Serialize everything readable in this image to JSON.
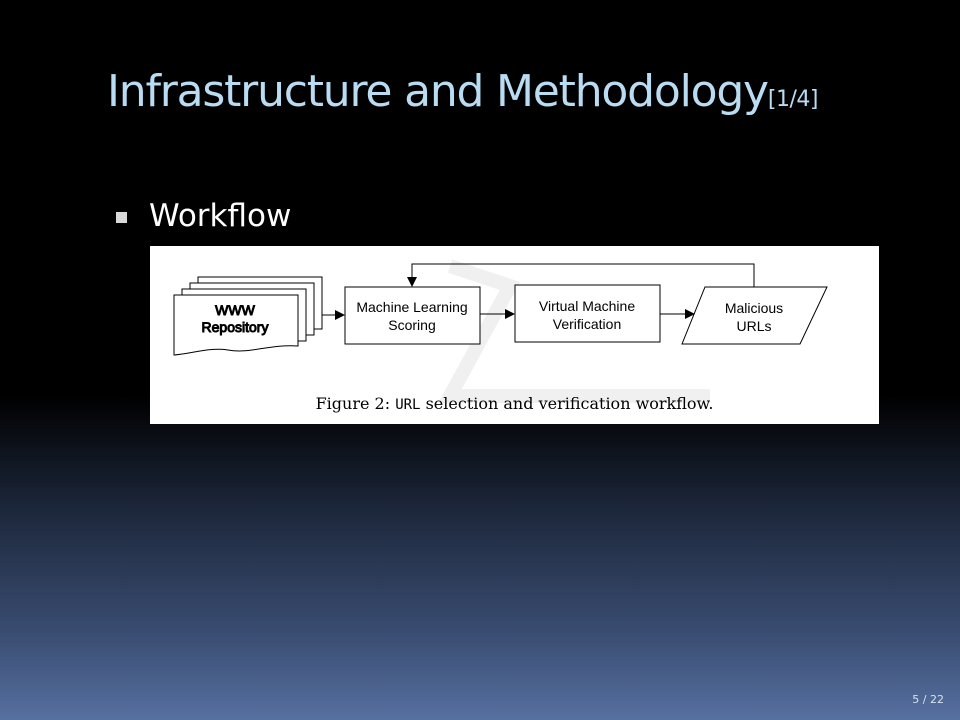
{
  "slide": {
    "title": "Infrastructure and Methodology",
    "title_suffix": "[1/4]",
    "bullet": "Workflow",
    "page_current": "5",
    "page_separator": "/",
    "page_total": "22"
  },
  "figure": {
    "nodes": {
      "repo_line1": "WWW",
      "repo_line2": "Repository",
      "ml_line1": "Machine Learning",
      "ml_line2": "Scoring",
      "vm_line1": "Virtual Machine",
      "vm_line2": "Verification",
      "mal_line1": "Malicious",
      "mal_line2": "URLs"
    },
    "caption_prefix": "Figure 2:",
    "caption_code": "URL",
    "caption_rest": "selection and verification workflow."
  }
}
